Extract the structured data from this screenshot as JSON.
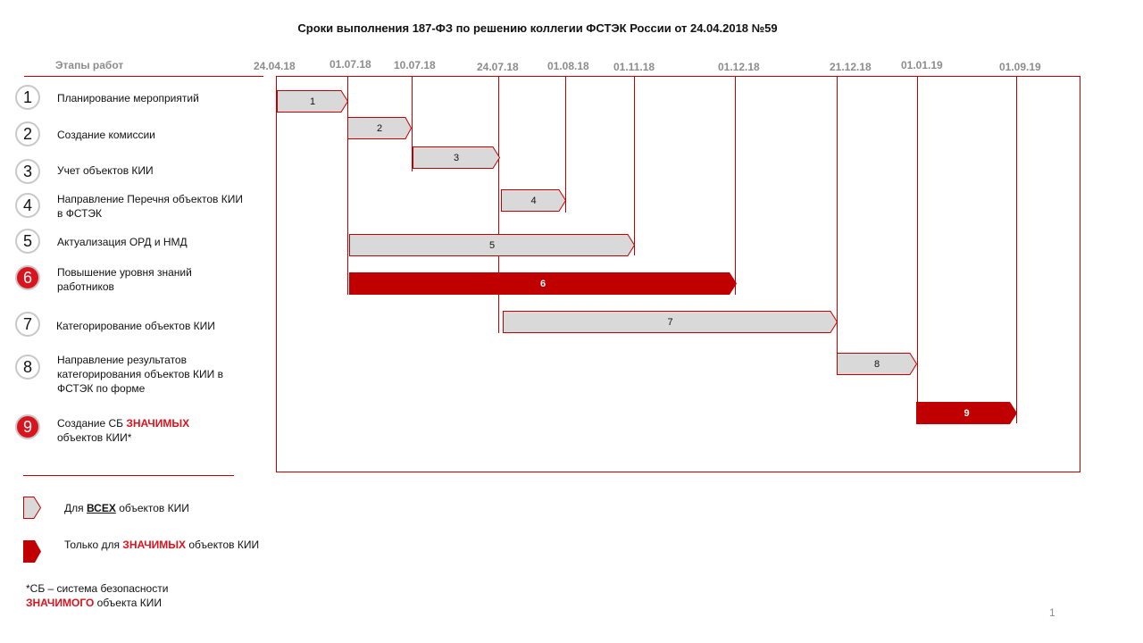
{
  "title": "Сроки выполнения 187-ФЗ по решению коллегии ФСТЭК России от 24.04.2018 №59",
  "stages_header": "Этапы работ",
  "dates": [
    "24.04.18",
    "01.07.18",
    "10.07.18",
    "24.07.18",
    "01.08.18",
    "01.11.18",
    "01.12.18",
    "21.12.18",
    "01.01.19",
    "01.09.19"
  ],
  "stages": [
    {
      "num": "1",
      "text": "Планирование  мероприятий",
      "significant": false,
      "bar_label": "1",
      "start": "24.04.18",
      "end": "01.07.18"
    },
    {
      "num": "2",
      "text": " Создание  комиссии",
      "significant": false,
      "bar_label": "2",
      "start": "01.07.18",
      "end": "10.07.18"
    },
    {
      "num": "3",
      "text": " Учет  объектов  КИИ",
      "significant": false,
      "bar_label": "3",
      "start": "10.07.18",
      "end": "24.07.18"
    },
    {
      "num": "4",
      "text": "Направление  Перечня  объектов  КИИ  в  ФСТЭК",
      "significant": false,
      "bar_label": "4",
      "start": "24.07.18",
      "end": "01.08.18"
    },
    {
      "num": "5",
      "text": "Актуализация  ОРД и  НМД",
      "significant": false,
      "bar_label": "5",
      "start": "01.07.18",
      "end": "01.11.18"
    },
    {
      "num": "6",
      "text": "Повышение  уровня  знаний  работников",
      "significant": true,
      "bar_label": "6",
      "start": "01.07.18",
      "end": "01.12.18"
    },
    {
      "num": "7",
      "text": "Категорирование  объектов  КИИ",
      "significant": false,
      "bar_label": "7",
      "start": "24.07.18",
      "end": "21.12.18"
    },
    {
      "num": "8",
      "text": "Направление  результатов  категорирования  объектов  КИИ  в  ФСТЭК  по форме",
      "significant": false,
      "bar_label": "8",
      "start": "21.12.18",
      "end": "01.01.19"
    },
    {
      "num": "9",
      "text_before": "Создание  СБ ",
      "text_highlight": "ЗНАЧИМЫХ",
      "text_after": "объектов  КИИ*",
      "significant": true,
      "bar_label": "9",
      "start": "01.01.19",
      "end": "01.09.19"
    }
  ],
  "legend": {
    "all_before": "Для  ",
    "all_emph": "ВСЕХ",
    "all_after": "  объектов  КИИ",
    "sig_before": "Только  для  ",
    "sig_emph": "ЗНАЧИМЫХ",
    "sig_after": "  объектов  КИИ"
  },
  "footnote": {
    "line1": "*СБ – система  безопасности",
    "emph": "ЗНАЧИМОГО",
    "after": "  объекта  КИИ"
  },
  "page_number": "1",
  "colors": {
    "accent": "#c00000",
    "bar_red": "#c00000",
    "bar_gray": "#d9d9d9",
    "circle_red": "#d9141e",
    "date_gray": "#8c8c8c"
  }
}
